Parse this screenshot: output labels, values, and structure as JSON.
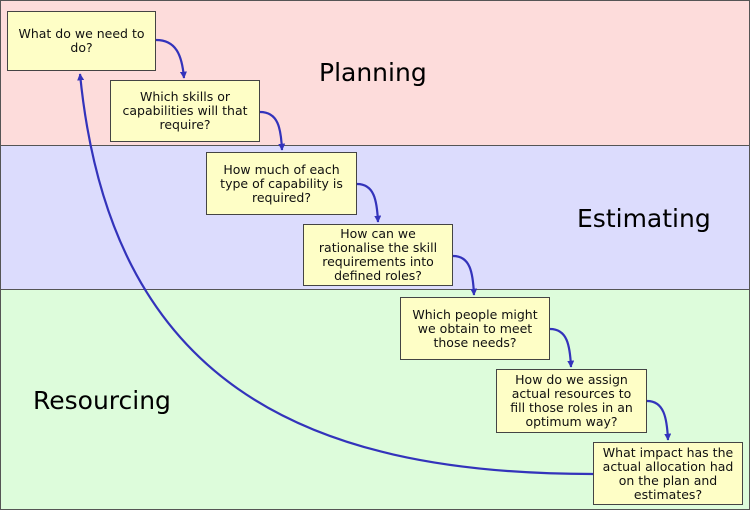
{
  "bands": {
    "planning": "Planning",
    "estimating": "Estimating",
    "resourcing": "Resourcing"
  },
  "steps": [
    "What do we need to do?",
    "Which skills or capabilities will that require?",
    "How much of each type of capability is required?",
    "How can we rationalise the skill requirements into defined roles?",
    "Which people might we obtain to meet those needs?",
    "How do we assign actual resources to fill those roles in an optimum way?",
    "What impact has the actual allocation had on the plan and estimates?"
  ],
  "colors": {
    "planning_band": "#fddcdb",
    "estimating_band": "#dcdcfd",
    "resourcing_band": "#ddfcdb",
    "box_fill": "#fefec6",
    "arrow": "#3333bb"
  }
}
